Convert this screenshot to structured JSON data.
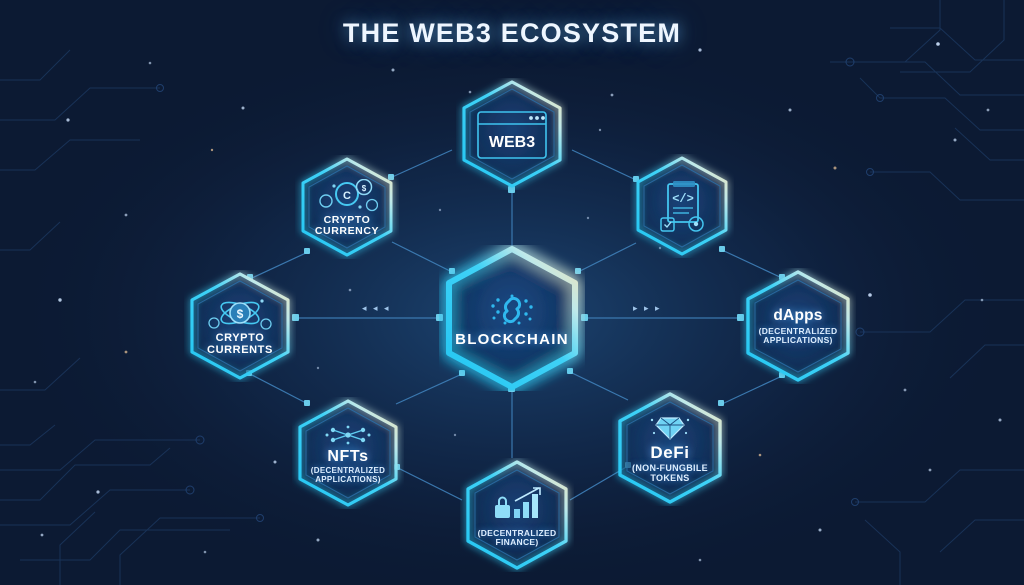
{
  "title": "THE WEB3 ECOSYSTEM",
  "colors": {
    "background_dark": "#0b1730",
    "background_mid": "#16305a",
    "hex_border_cyan": "#29c9f5",
    "hex_border_warm": "#f5e7c0",
    "connector_line": "#3f7fb5",
    "text_white": "#ffffff",
    "title_glow": "#78c8ff"
  },
  "nodes": [
    {
      "id": "blockchain",
      "title": "BLOCKCHAIN",
      "subtitle": "",
      "icon": "chain-link-icon",
      "role": "center-hub"
    },
    {
      "id": "web3",
      "title": "WEB3",
      "subtitle": "",
      "icon": "browser-window-icon",
      "role": "top"
    },
    {
      "id": "cryptocurrency",
      "title": "CRYPTO\nCURRENCY",
      "subtitle": "",
      "icon": "coin-stack-icon",
      "role": "upper-left"
    },
    {
      "id": "smartcontract",
      "title": "",
      "subtitle": "",
      "icon": "smart-contract-document-icon",
      "role": "upper-right"
    },
    {
      "id": "cryptocurrents",
      "title": "CRYPTO\nCURRENTS",
      "subtitle": "",
      "icon": "dollar-atom-icon",
      "role": "left"
    },
    {
      "id": "dapps",
      "title": "dApps",
      "subtitle": "(DECENTRALIZED\nAPPLICATIONS)",
      "icon": "",
      "role": "right"
    },
    {
      "id": "nfts",
      "title": "NFTs",
      "subtitle": "(DECENTRALIZED\nAPPLICATIONS)",
      "icon": "network-nodes-icon",
      "role": "lower-left"
    },
    {
      "id": "defi",
      "title": "DeFi",
      "subtitle": "(NON-FUNGBILE\nTOKENS",
      "icon": "diamond-icon",
      "role": "lower-right"
    },
    {
      "id": "defi_bottom",
      "title": "",
      "subtitle": "(DECENTRALIZED\nFINANCE)",
      "icon": "lock-bar-chart-icon",
      "role": "bottom"
    }
  ],
  "flow_markers": {
    "left": "◂ ◂ ◂",
    "right": "▸ ▸ ▸"
  }
}
